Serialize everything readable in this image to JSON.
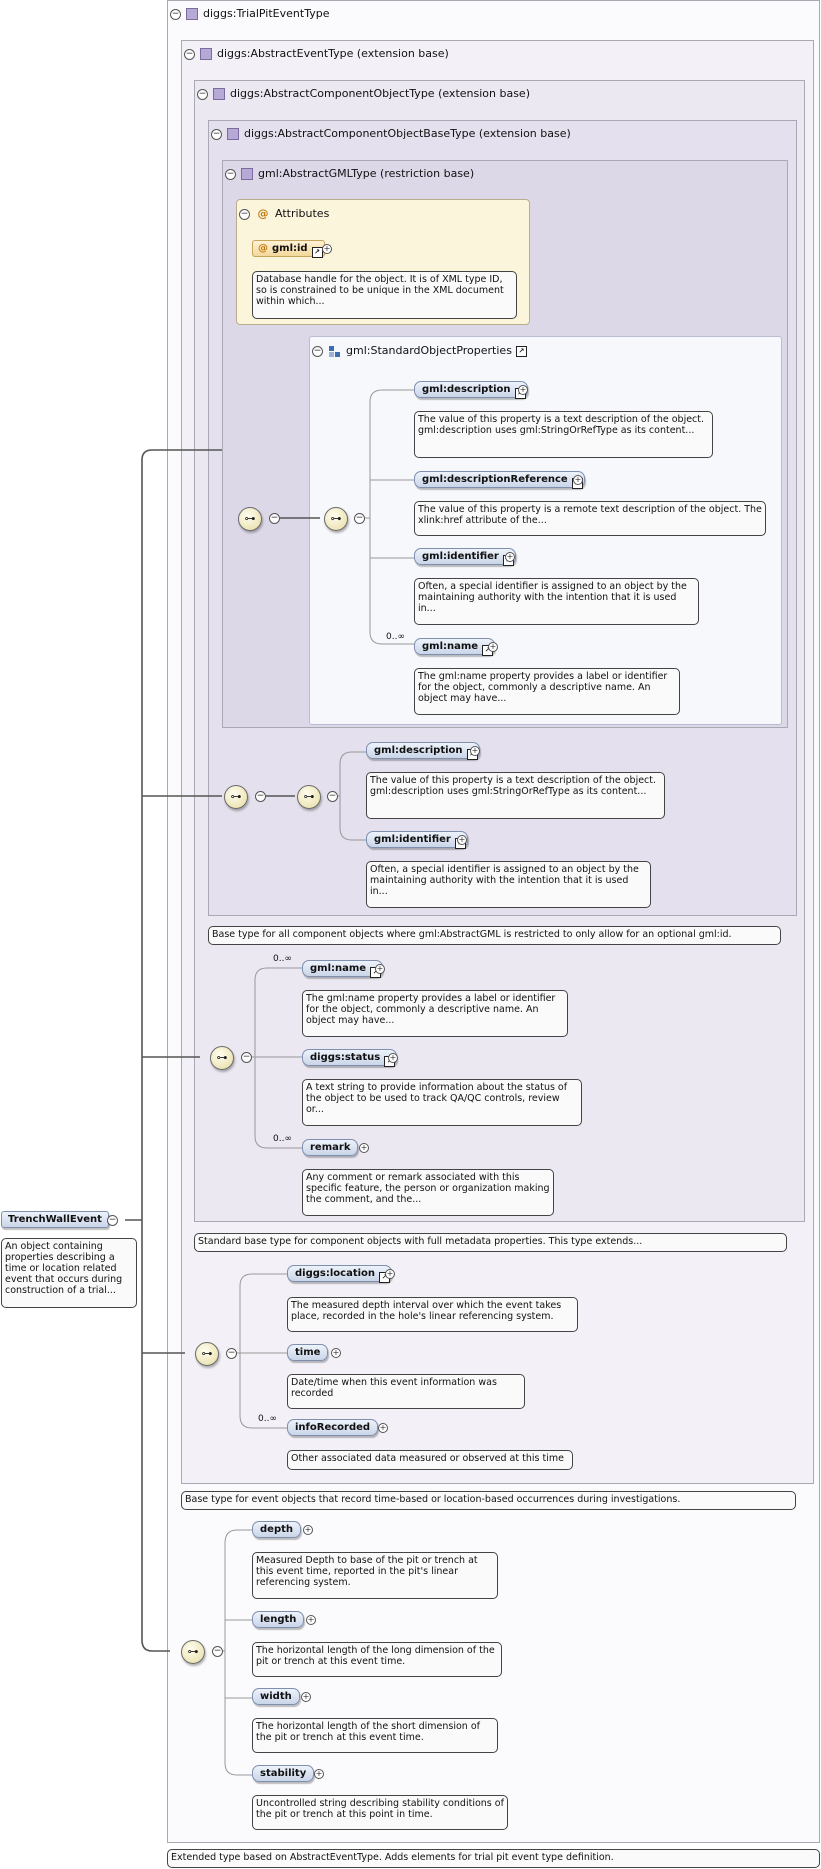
{
  "types": {
    "trial": "diggs:TrialPitEventType",
    "event": "diggs:AbstractEventType (extension base)",
    "component": "diggs:AbstractComponentObjectType (extension base)",
    "componentBase": "diggs:AbstractComponentObjectBaseType (extension base)",
    "gml": "gml:AbstractGMLType (restriction base)"
  },
  "attributes": {
    "title": "Attributes",
    "id_label": "gml:id",
    "id_doc": "Database handle for the object. It is of XML type ID, so is constrained to be unique in the XML document within which..."
  },
  "group": {
    "title": "gml:StandardObjectProperties"
  },
  "elements": {
    "g_desc": "gml:description",
    "g_desc_doc": "The value of this property is a text description of the object. gml:description uses gml:StringOrRefType as its content...",
    "g_descref": "gml:descriptionReference",
    "g_descref_doc": "The value of this property is a remote text description of the object. The xlink:href attribute of the...",
    "g_ident": "gml:identifier",
    "g_ident_doc": "Often, a special identifier is assigned to an object by the maintaining authority with the intention that it is used in...",
    "g_name": "gml:name",
    "g_name_doc": "The gml:name property provides a label or identifier for the object, commonly a descriptive name. An object may have...",
    "b_desc": "gml:description",
    "b_desc_doc": "The value of this property is a text description of the object. gml:description uses gml:StringOrRefType as its content...",
    "b_ident": "gml:identifier",
    "b_ident_doc": "Often, a special identifier is assigned to an object by the maintaining authority with the intention that it is used in...",
    "c_name": "gml:name",
    "c_name_doc": "The gml:name property provides a label or identifier for the object, commonly a descriptive name. An object may have...",
    "c_status": "diggs:status",
    "c_status_doc": "A text string to provide information about the status of the object to be used to track QA/QC controls, review or...",
    "c_remark": "remark",
    "c_remark_doc": "Any comment or remark associated with this specific feature, the person or organization making the comment, and the...",
    "e_location": "diggs:location",
    "e_location_doc": "The measured depth interval over which the event takes place, recorded in the hole's linear referencing system.",
    "e_time": "time",
    "e_time_doc": "Date/time when this event information was recorded",
    "e_info": "infoRecorded",
    "e_info_doc": "Other associated data measured or observed at this time",
    "t_depth": "depth",
    "t_depth_doc": "Measured Depth to base of the pit or trench at this event time, reported in the pit's linear referencing system.",
    "t_length": "length",
    "t_length_doc": "The horizontal length of the long dimension of the pit or trench at this event time.",
    "t_width": "width",
    "t_width_doc": "The horizontal length of the short dimension of the pit or trench at this event time.",
    "t_stability": "stability",
    "t_stability_doc": "Uncontrolled string describing stability conditions of the pit or trench at this point in time."
  },
  "cardinality": "0..∞",
  "type_docs": {
    "componentBase": "Base type for all component objects where gml:AbstractGML is restricted to only allow for an optional gml:id.",
    "component": "Standard base type for component objects with full metadata properties. This type extends...",
    "event": "Base type for event objects that record time-based or location-based occurrences during investigations.",
    "trial": "Extended type based on AbstractEventType. Adds elements for trial pit event type definition."
  },
  "root": {
    "label": "TrenchWallEvent",
    "doc": "An object containing properties describing a time or location related event that occurs during construction of a trial..."
  },
  "symbols": {
    "collapse": "−",
    "expand": "+",
    "attr_at": "@",
    "ref": "↗",
    "sequence": "⊶"
  }
}
